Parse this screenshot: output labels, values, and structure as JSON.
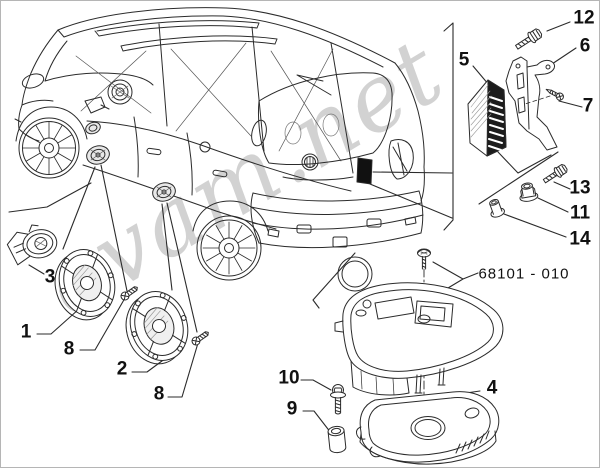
{
  "diagram": {
    "watermark": "evam.net",
    "part_code": "68101 - 010",
    "labels": {
      "n1": "1",
      "n2": "2",
      "n3": "3",
      "n4": "4",
      "n5": "5",
      "n6": "6",
      "n7": "7",
      "n8a": "8",
      "n8b": "8",
      "n9": "9",
      "n10": "10",
      "n11": "11",
      "n12": "12",
      "n13": "13",
      "n14": "14"
    }
  },
  "colors": {
    "line": "#2b2b2b",
    "label": "#111111",
    "watermark": "#c7c7c7",
    "background": "#ffffff",
    "frame": "#b5b5b5"
  }
}
